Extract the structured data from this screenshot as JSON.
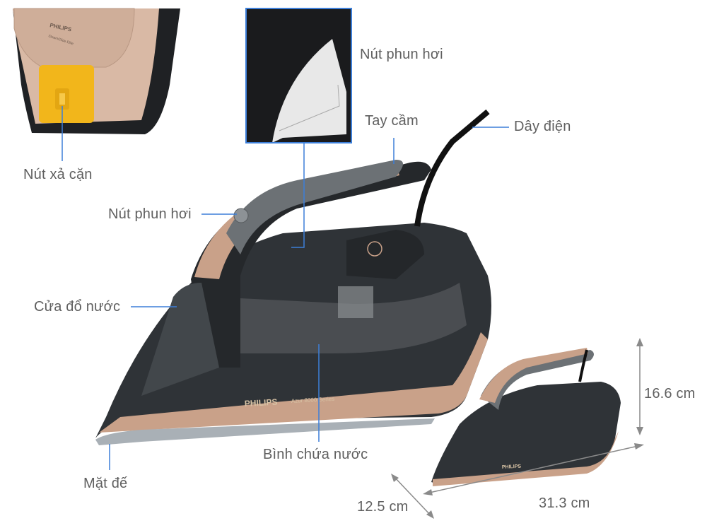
{
  "product": {
    "brand": "PHILIPS",
    "model": "Azur 8000 Series",
    "soleplate_brand": "PHILIPS",
    "soleplate_text": "SteamGlide Elite"
  },
  "labels": {
    "descale_button": "Nút xả cặn",
    "steam_button_inset": "Nút phun hơi",
    "handle": "Tay cầm",
    "power_cord": "Dây điện",
    "steam_button": "Nút phun hơi",
    "water_inlet": "Cửa đổ nước",
    "water_tank": "Bình chứa nước",
    "soleplate": "Mặt đế"
  },
  "dimensions": {
    "height": "16.6 cm",
    "length": "31.3 cm",
    "width": "12.5 cm"
  },
  "colors": {
    "callout_line": "#3d7fd9",
    "label_text": "#5f5f5f",
    "body_dark": "#2e3236",
    "rose_gold": "#c9a189"
  }
}
